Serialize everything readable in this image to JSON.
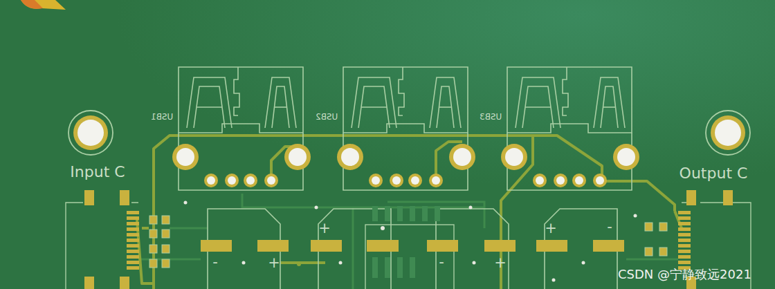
{
  "diagram": {
    "nodes": [
      {
        "text": [
          "USB1"
        ]
      },
      {
        "text": [
          "USB2"
        ]
      },
      {
        "text": [
          "USB3"
        ]
      }
    ],
    "labels": [
      "Input C",
      "Output C",
      "+",
      "+",
      "-",
      "-",
      "+",
      "-",
      "+",
      "CSDN @宁静致远2021"
    ]
  }
}
